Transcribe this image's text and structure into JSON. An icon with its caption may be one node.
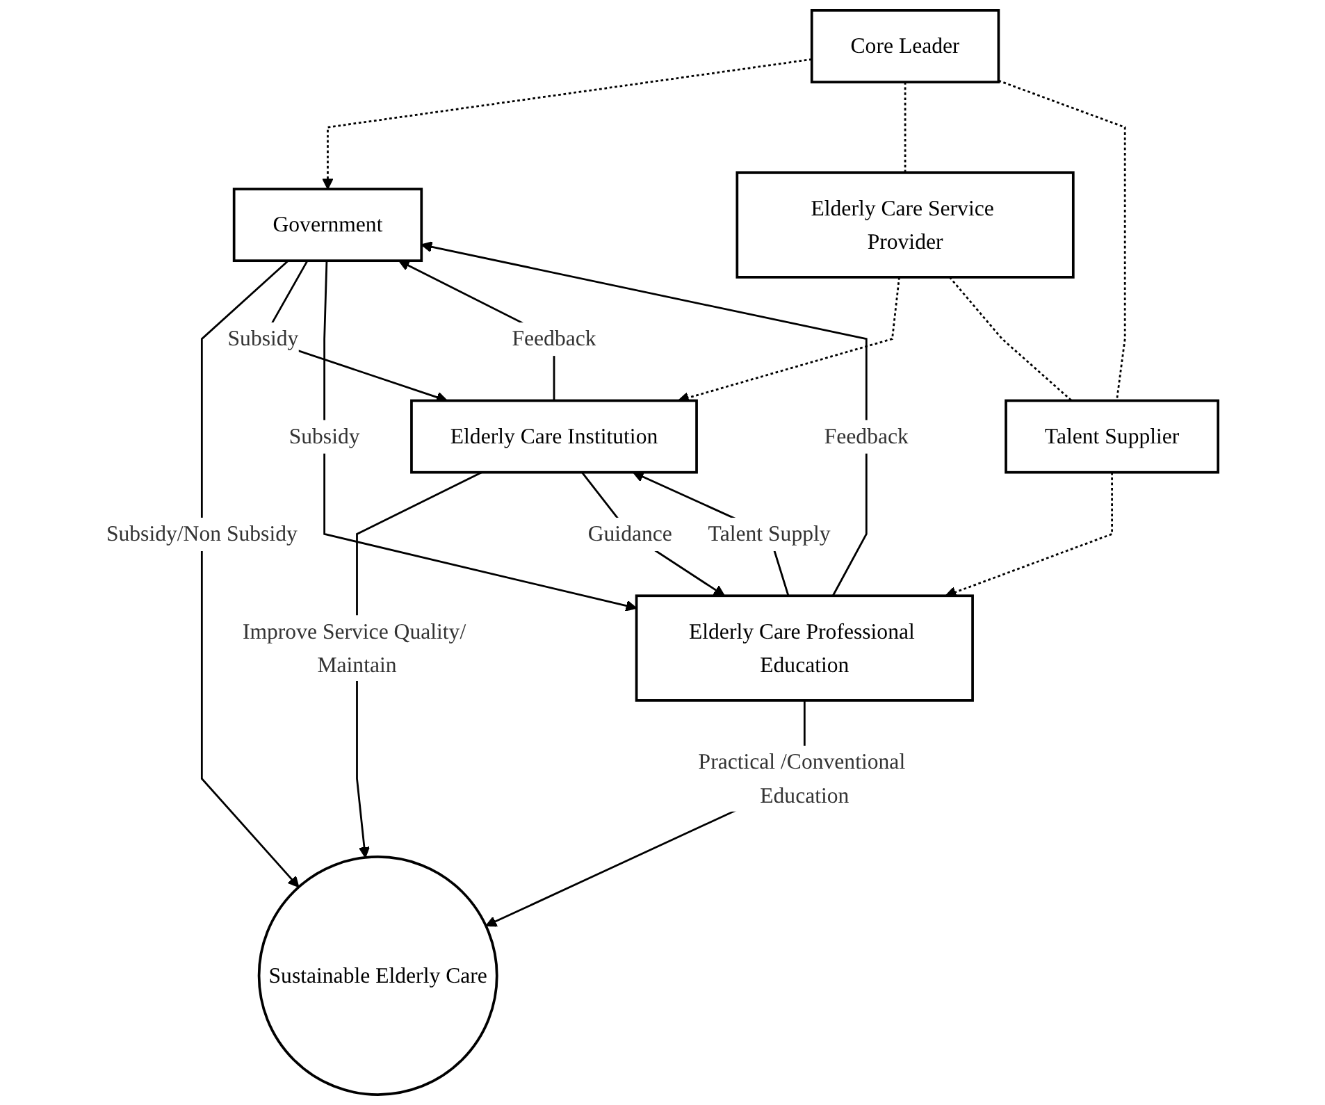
{
  "diagram": {
    "nodes": [
      {
        "text": [
          "Core Leader"
        ]
      },
      {
        "text": [
          "Government"
        ]
      },
      {
        "text": [
          "Sustainable Elderly Care"
        ]
      },
      {
        "text": [
          "Elderly Care Institution"
        ]
      },
      {
        "text": [
          "Elderly Care Professional Education"
        ]
      },
      {
        "text": [
          "Elderly Care Service Provider"
        ]
      },
      {
        "text": [
          "Talent Supplier"
        ]
      }
    ],
    "edges": [
      {
        "from": 0,
        "to": 1,
        "arrow": "to",
        "style": "dashed"
      },
      {
        "from": 1,
        "to": 2,
        "arrow": "to",
        "label": "Subsidy/Non Subsidy"
      },
      {
        "from": 3,
        "to": 1,
        "arrow": "to",
        "label": "Feedback"
      },
      {
        "from": 1,
        "to": 3,
        "arrow": "to",
        "label": "Subsidy"
      },
      {
        "from": 4,
        "to": 1,
        "arrow": "to",
        "label": "Feedback"
      },
      {
        "from": 1,
        "to": 4,
        "arrow": "to",
        "label": "Subsidy"
      },
      {
        "from": 3,
        "to": 2,
        "arrow": "to",
        "label": "Improve Service Quality/ Maintain"
      },
      {
        "from": 4,
        "to": 2,
        "arrow": "to",
        "label": "Practical /Conventional Education"
      },
      {
        "from": 3,
        "to": 4,
        "arrow": "to",
        "label": "Guidance"
      },
      {
        "from": 4,
        "to": 3,
        "arrow": "to",
        "label": "Talent Supply"
      },
      {
        "from": 5,
        "to": 3,
        "arrow": "to",
        "style": "dashed"
      },
      {
        "from": 6,
        "to": 4,
        "arrow": "to",
        "style": "dashed"
      },
      {
        "from": 0,
        "to": 5,
        "arrow": "none",
        "style": "dashed"
      },
      {
        "from": 5,
        "to": 6,
        "arrow": "none",
        "style": "dashed"
      },
      {
        "from": 0,
        "to": 6,
        "arrow": "none",
        "style": "dashed"
      }
    ]
  }
}
